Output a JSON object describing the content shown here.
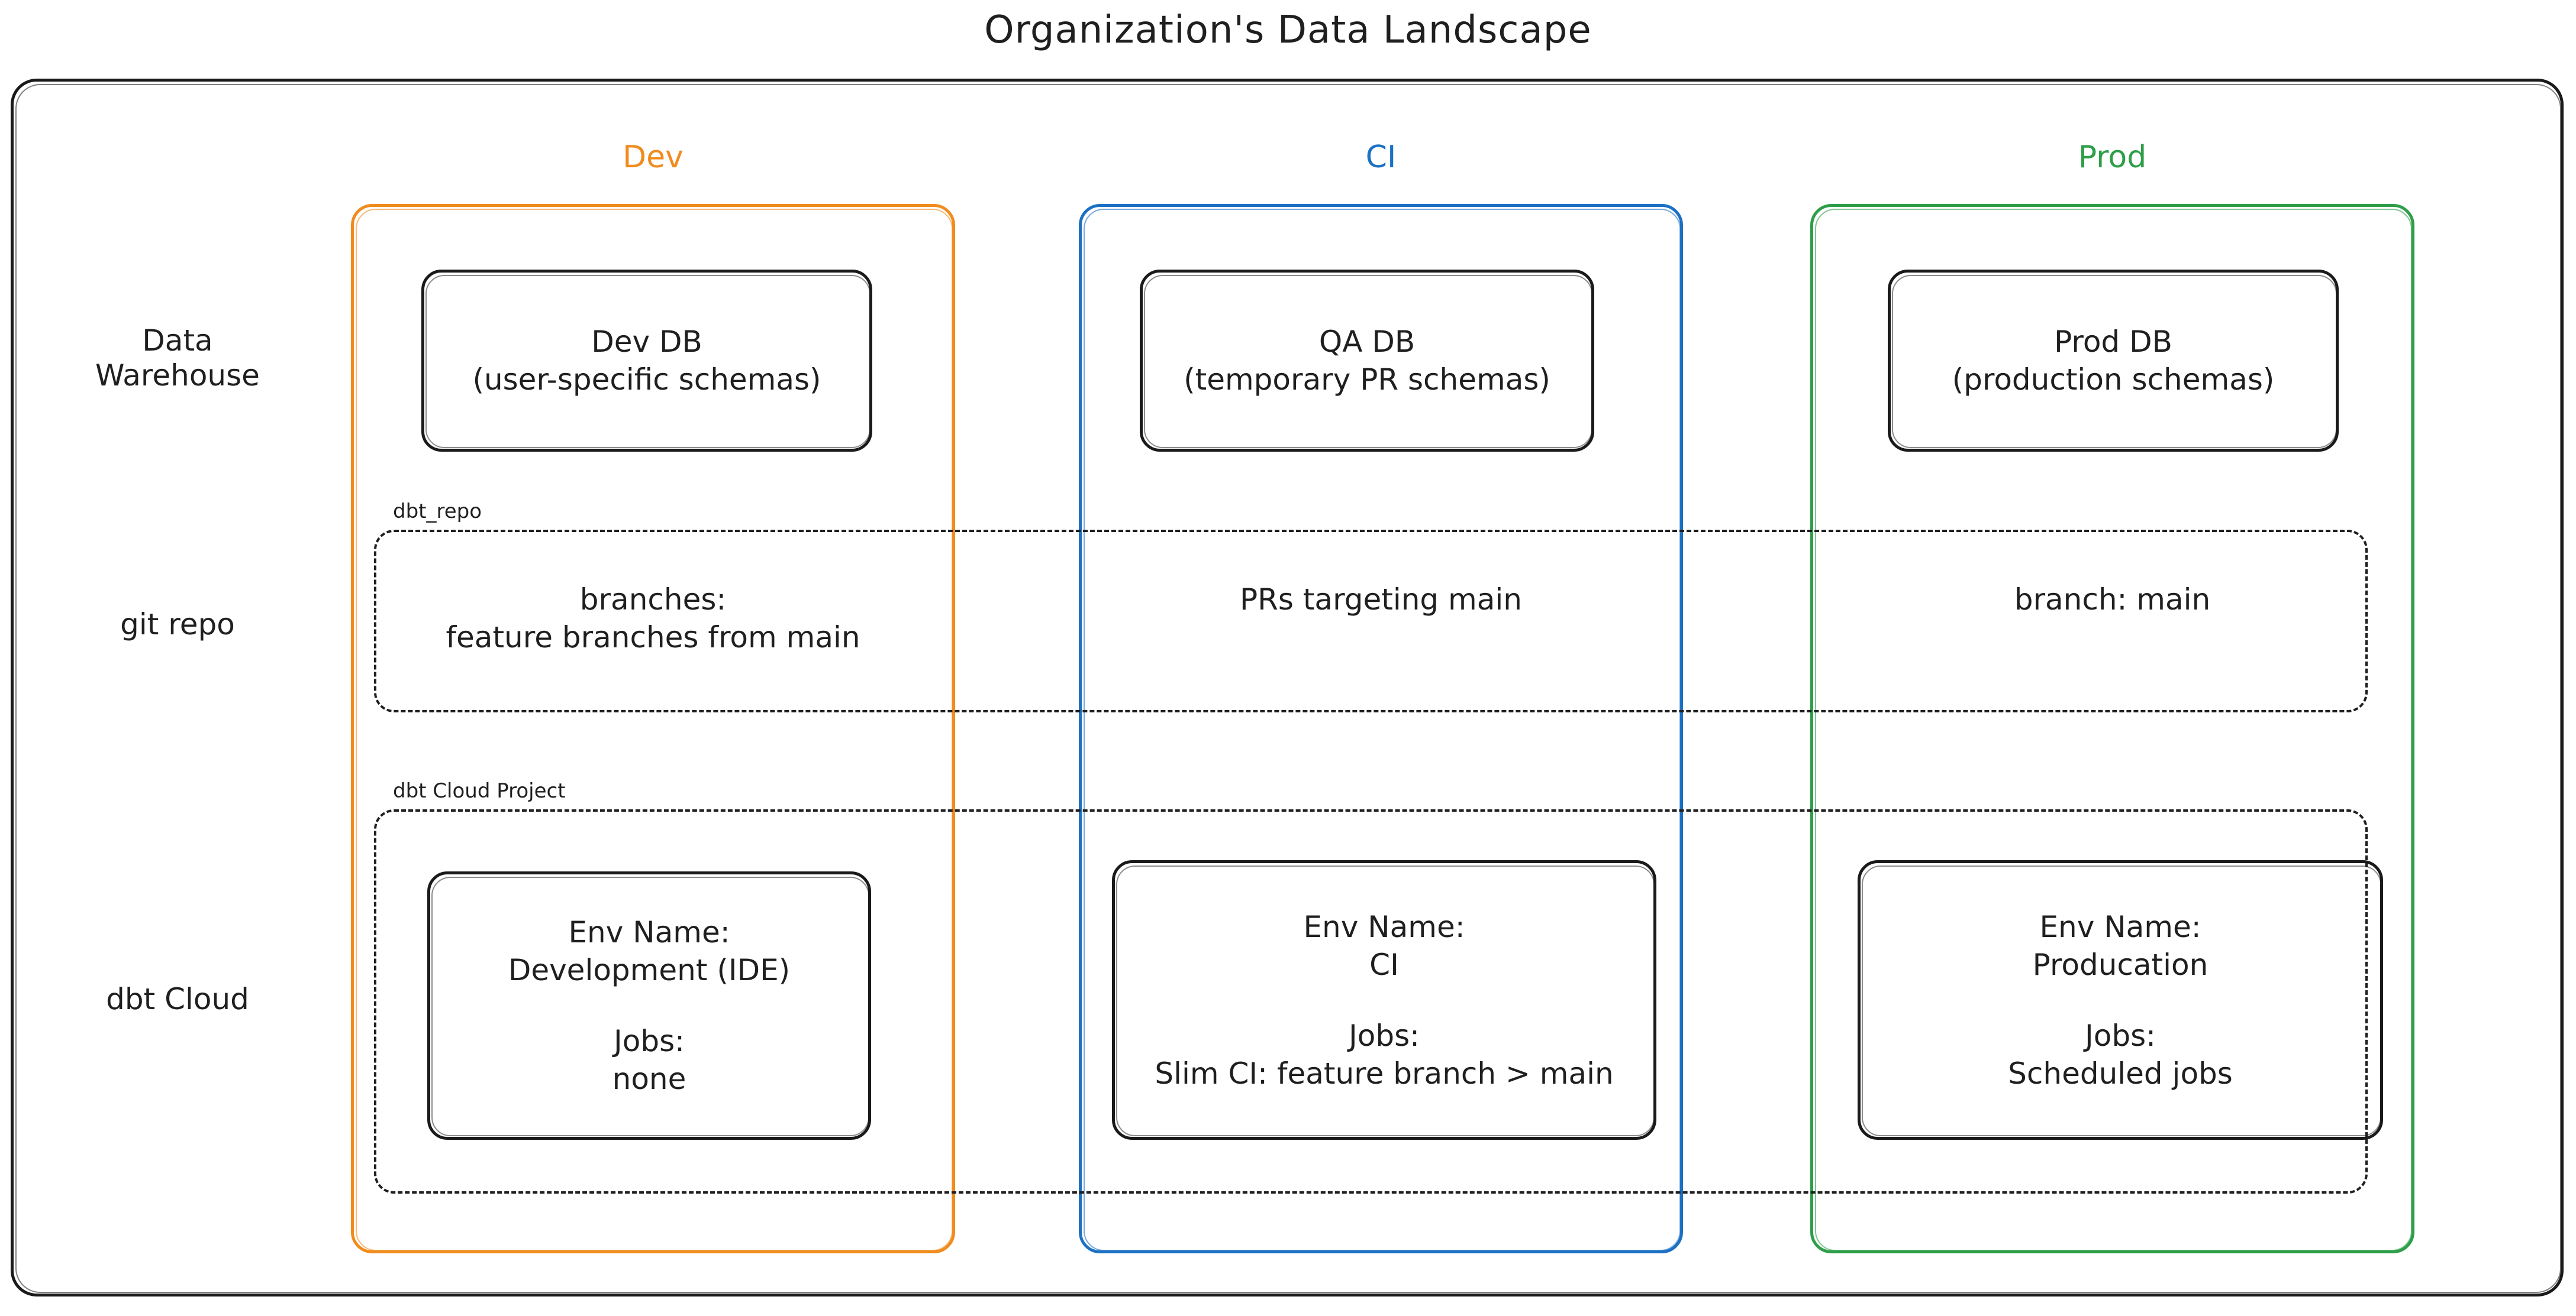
{
  "title": "Organization's Data Landscape",
  "environments": [
    {
      "key": "dev",
      "label": "Dev",
      "color": "#F08C1E"
    },
    {
      "key": "ci",
      "label": "CI",
      "color": "#1C71C4"
    },
    {
      "key": "prod",
      "label": "Prod",
      "color": "#2E9E49"
    }
  ],
  "rows": [
    {
      "key": "warehouse",
      "label": "Data\nWarehouse"
    },
    {
      "key": "git",
      "label": "git repo"
    },
    {
      "key": "dbtcloud",
      "label": "dbt Cloud"
    }
  ],
  "groups": {
    "dbt_repo": {
      "caption": "dbt_repo"
    },
    "dbt_cloud_project": {
      "caption": "dbt Cloud Project"
    }
  },
  "warehouse": {
    "dev": {
      "name": "Dev DB",
      "detail": "(user-specific schemas)"
    },
    "ci": {
      "name": "QA DB",
      "detail": "(temporary PR schemas)"
    },
    "prod": {
      "name": "Prod DB",
      "detail": "(production schemas)"
    }
  },
  "git": {
    "dev": "branches:\nfeature branches from main",
    "ci": "PRs targeting main",
    "prod": "branch: main"
  },
  "dbt_cloud": {
    "dev": {
      "env_label": "Env Name:",
      "env_value": "Development (IDE)",
      "jobs_label": "Jobs:",
      "jobs_value": "none"
    },
    "ci": {
      "env_label": "Env Name:",
      "env_value": "CI",
      "jobs_label": "Jobs:",
      "jobs_value": "Slim CI: feature branch > main"
    },
    "prod": {
      "env_label": "Env Name:",
      "env_value": "Producation",
      "jobs_label": "Jobs:",
      "jobs_value": "Scheduled jobs"
    }
  }
}
